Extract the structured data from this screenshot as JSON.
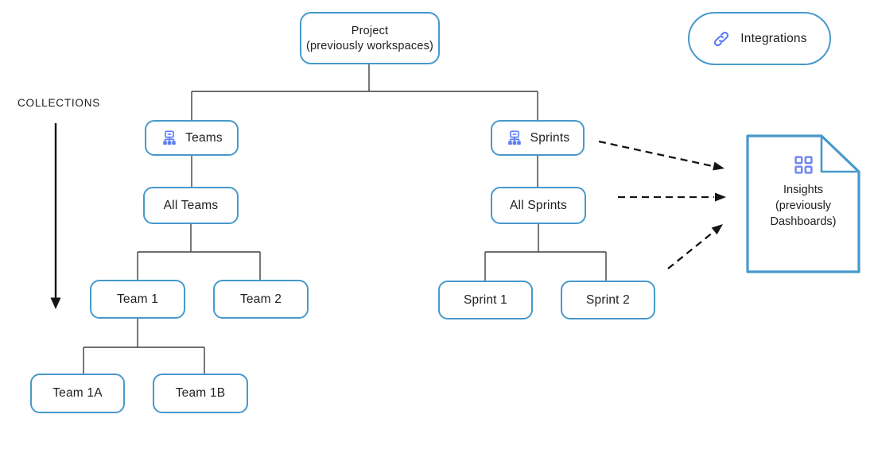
{
  "diagram": {
    "collections_label": "COLLECTIONS",
    "nodes": {
      "project": {
        "line1": "Project",
        "line2": "(previously workspaces)"
      },
      "teams": {
        "label": "Teams",
        "icon": "org-chart-icon"
      },
      "sprints": {
        "label": "Sprints",
        "icon": "org-chart-icon"
      },
      "all_teams": {
        "label": "All Teams"
      },
      "all_sprints": {
        "label": "All Sprints"
      },
      "team1": {
        "label": "Team 1"
      },
      "team2": {
        "label": "Team 2"
      },
      "team1a": {
        "label": "Team 1A"
      },
      "team1b": {
        "label": "Team 1B"
      },
      "sprint1": {
        "label": "Sprint 1"
      },
      "sprint2": {
        "label": "Sprint 2"
      },
      "integrations": {
        "label": "Integrations",
        "icon": "link-icon"
      },
      "insights": {
        "line1": "Insights",
        "line2": "(previously",
        "line3": "Dashboards)",
        "icon": "dashboard-grid-icon",
        "shape": "document-with-folded-corner"
      }
    },
    "hierarchy": {
      "Project (previously workspaces)": [
        "Teams",
        "Sprints"
      ],
      "Teams": [
        "All Teams"
      ],
      "All Teams": [
        "Team 1",
        "Team 2"
      ],
      "Team 1": [
        "Team 1A",
        "Team 1B"
      ],
      "Sprints": [
        "All Sprints"
      ],
      "All Sprints": [
        "Sprint 1",
        "Sprint 2"
      ]
    },
    "dashed_arrows": [
      {
        "from": "Sprints",
        "to": "Insights (previously Dashboards)"
      },
      {
        "from": "All Sprints",
        "to": "Insights (previously Dashboards)"
      },
      {
        "from": "Sprint 2",
        "to": "Insights (previously Dashboards)"
      }
    ],
    "colors": {
      "node_border": "#4799CB",
      "icon_blue": "#5C7CF2",
      "grid_icon_blue": "#7187F2",
      "connector": "#3F3F3F",
      "arrow": "#141414",
      "text": "#202020"
    }
  }
}
